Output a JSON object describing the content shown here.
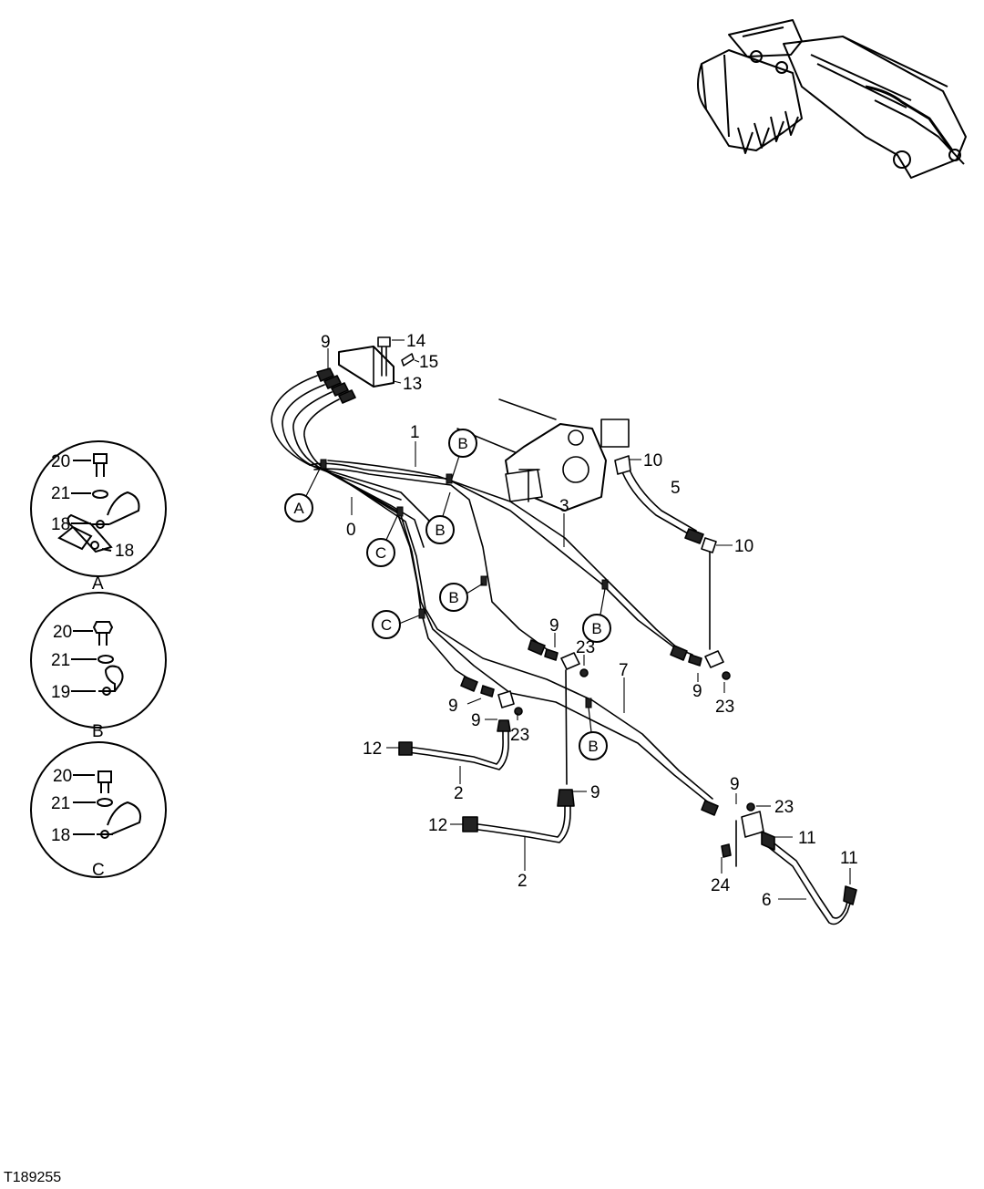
{
  "figure_ref": "T189255",
  "detail_views": [
    {
      "label": "A",
      "items": [
        "20",
        "21",
        "18",
        "18"
      ]
    },
    {
      "label": "B",
      "items": [
        "20",
        "21",
        "19"
      ]
    },
    {
      "label": "C",
      "items": [
        "20",
        "21",
        "18"
      ]
    }
  ],
  "callouts": [
    "A",
    "B",
    "B",
    "C",
    "B",
    "C",
    "B",
    "B"
  ],
  "part_numbers": {
    "p9_top": "9",
    "p14": "14",
    "p15": "15",
    "p13": "13",
    "p1": "1",
    "p0": "0",
    "p10_a": "10",
    "p5": "5",
    "p3": "3",
    "p10_b": "10",
    "p9_c": "9",
    "p23_c": "23",
    "p7": "7",
    "p9_d": "9",
    "p23_d": "23",
    "p9_e": "9",
    "p9_f": "9",
    "p23_f": "23",
    "p12_a": "12",
    "p2_a": "2",
    "p9_g": "9",
    "p12_b": "12",
    "p2_b": "2",
    "p9_h": "9",
    "p23_h": "23",
    "p11_a": "11",
    "p24": "24",
    "p11_b": "11",
    "p6": "6"
  }
}
